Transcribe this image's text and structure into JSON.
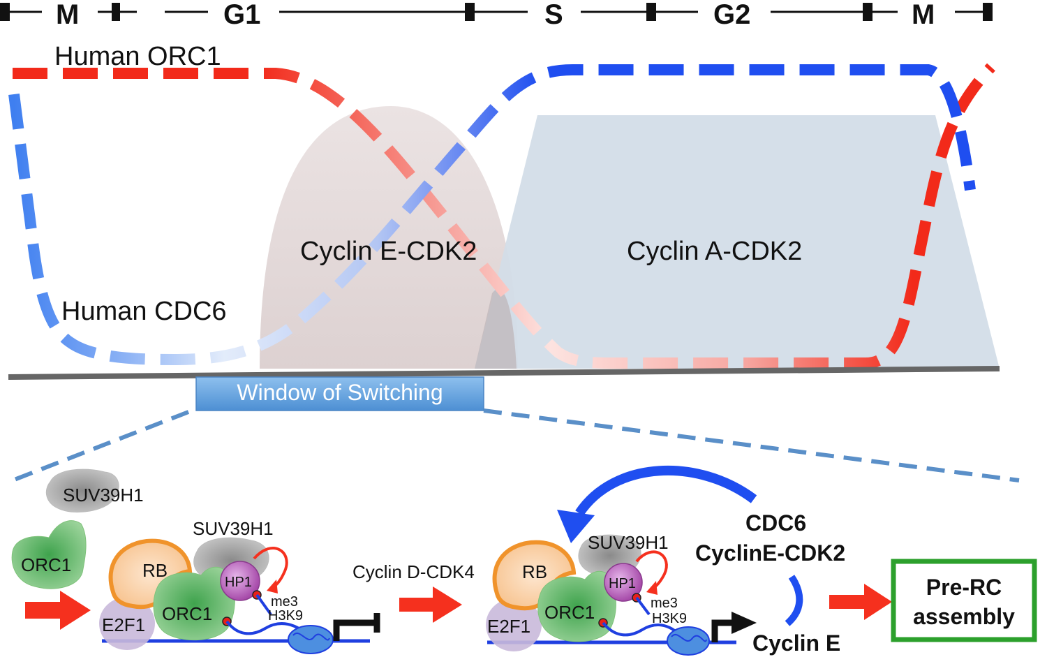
{
  "phases": {
    "m_start": "M",
    "g1": "G1",
    "s": "S",
    "g2": "G2",
    "m_end": "M"
  },
  "curves": {
    "orc1": "Human ORC1",
    "cdc6": "Human CDC6",
    "cyclin_e": "Cyclin E-CDK2",
    "cyclin_a": "Cyclin A-CDK2"
  },
  "window_label": "Window of Switching",
  "bottom": {
    "suv_free": "SUV39H1",
    "orc1_free": "ORC1",
    "left_complex": {
      "rb": "RB",
      "suv": "SUV39H1",
      "hp1": "HP1",
      "orc1": "ORC1",
      "e2f1": "E2F1",
      "me3": "me3",
      "h3k9": "H3K9"
    },
    "cyclin_d": "Cyclin D-CDK4",
    "right_complex": {
      "rb": "RB",
      "suv": "SUV39H1",
      "hp1": "HP1",
      "orc1": "ORC1",
      "e2f1": "E2F1",
      "me3": "me3",
      "h3k9": "H3K9"
    },
    "cdc6": "CDC6",
    "cyclin_e_cdk2": "CyclinE-CDK2",
    "cyclin_e": "Cyclin E",
    "pre_rc_line1": "Pre-RC",
    "pre_rc_line2": "assembly"
  },
  "colors": {
    "orc1_curve": "#f22a1a",
    "cdc6_curve": "#1f4ef0",
    "cyclin_e_area": "#e6dcdc",
    "cyclin_a_area": "#d3dde8",
    "window_box": "#5b9bd5",
    "green_protein": "#5cb85c",
    "rb_orange": "#f0932b",
    "arrow_red": "#f5301e",
    "pre_rc_border": "#2ca02c"
  }
}
